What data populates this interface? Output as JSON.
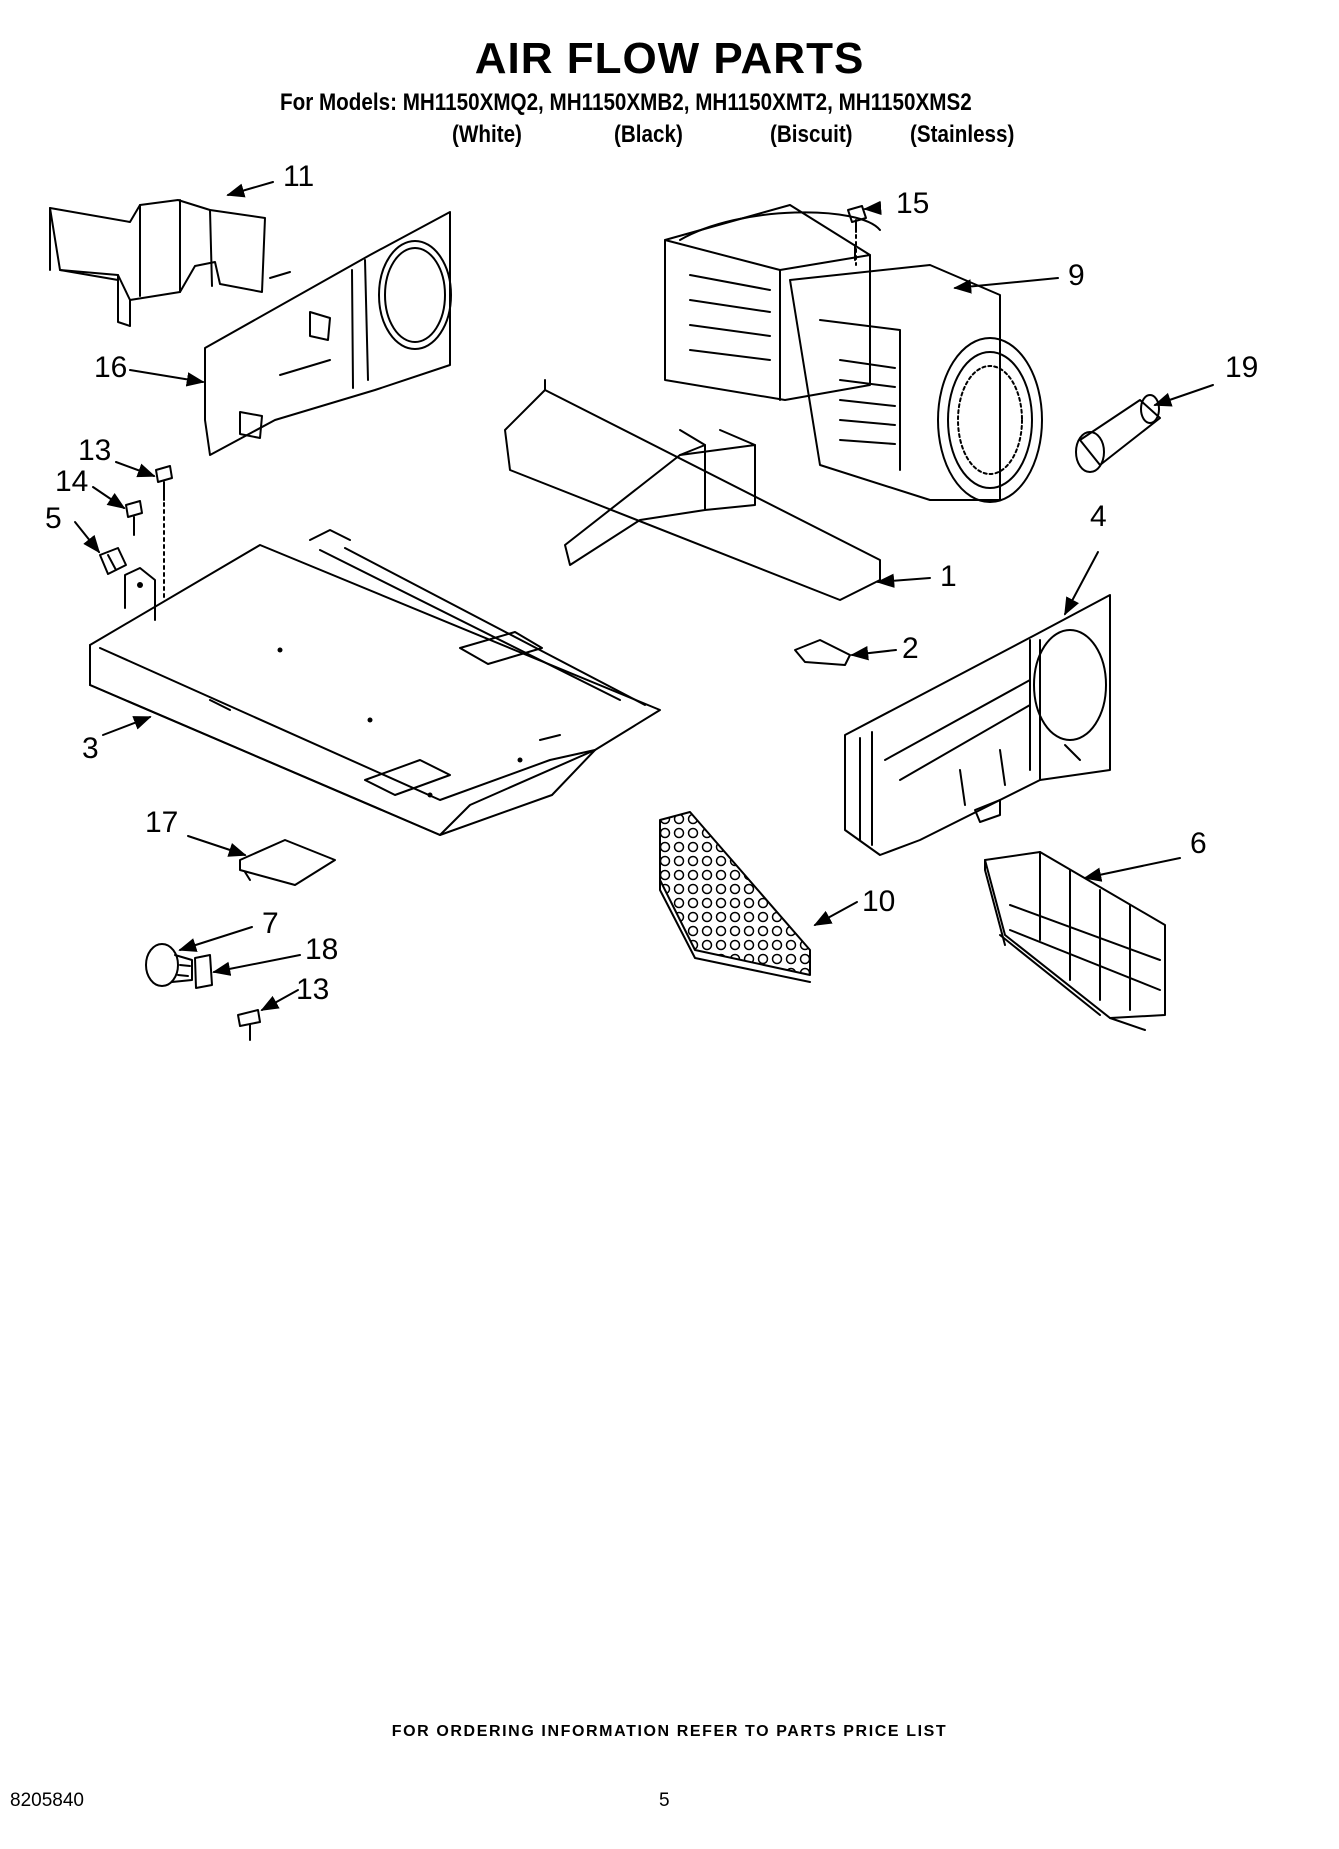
{
  "title": "AIR FLOW PARTS",
  "models_line": "For Models: MH1150XMQ2, MH1150XMB2, MH1150XMT2, MH1150XMS2",
  "variants": [
    "(White)",
    "(Black)",
    "(Biscuit)",
    "(Stainless)"
  ],
  "callouts": {
    "c1": "1",
    "c2": "2",
    "c3": "3",
    "c4": "4",
    "c5": "5",
    "c6": "6",
    "c7": "7",
    "c9": "9",
    "c10": "10",
    "c11": "11",
    "c13a": "13",
    "c13b": "13",
    "c14": "14",
    "c15": "15",
    "c16": "16",
    "c17": "17",
    "c18": "18",
    "c19": "19"
  },
  "footer": "FOR ORDERING INFORMATION REFER TO PARTS PRICE LIST",
  "doc_number": "8205840",
  "page_number": "5"
}
